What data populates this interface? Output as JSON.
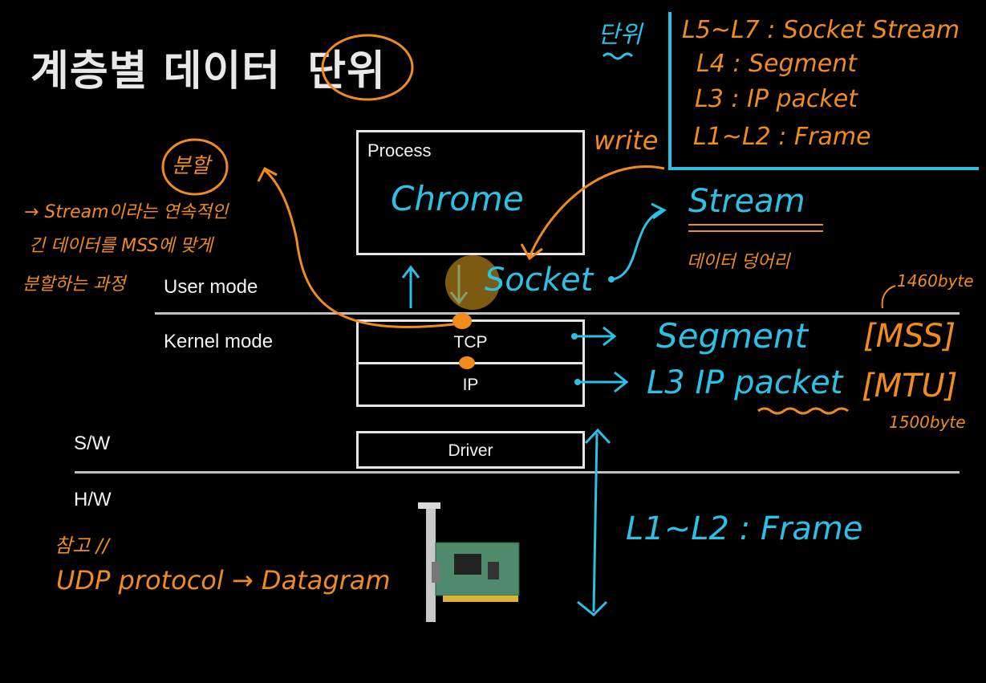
{
  "title": {
    "prefix": "계층별 데이터",
    "circled": "단위"
  },
  "boxes": {
    "process_label": "Process",
    "process_app": "Chrome",
    "tcp": "TCP",
    "ip": "IP",
    "driver": "Driver"
  },
  "modes": {
    "user": "User mode",
    "kernel": "Kernel mode",
    "sw": "S/W",
    "hw": "H/W"
  },
  "legend": {
    "heading": "단위",
    "rows": [
      "L5~L7 : Socket Stream",
      "L4  :  Segment",
      "L3  : IP packet",
      "L1~L2 : Frame"
    ]
  },
  "annotations": {
    "write": "write",
    "stream": "Stream",
    "stream_sub": "데이터 덩어리",
    "socket": "Socket",
    "segment": "Segment",
    "mss": "[MSS]",
    "mss_size": "1460byte",
    "ip_packet": "L3  IP packet",
    "mtu": "[MTU]",
    "mtu_size": "1500byte",
    "frame": "L1~L2  :  Frame",
    "split_word": "분할",
    "split_lines": [
      "→ Stream이라는 연속적인",
      "긴 데이터를 MSS에 맞게",
      "분할하는 과정"
    ],
    "note_head": "참고 //",
    "note_body": "UDP protocol → Datagram"
  },
  "colors": {
    "cyan": "#2bc0e4",
    "orange": "#f08b1d",
    "box": "#e6e6e6",
    "background": "#000000"
  }
}
